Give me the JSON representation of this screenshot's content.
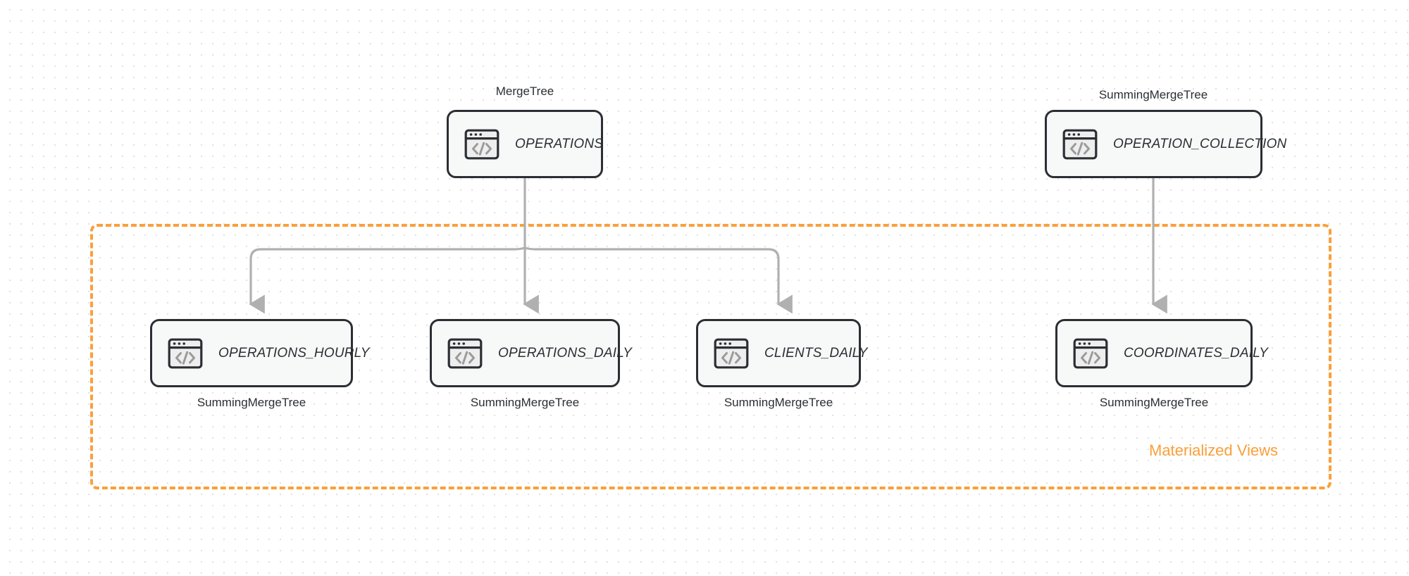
{
  "diagram": {
    "title_group": "Materialized Views",
    "accent_color": "#f9a03a",
    "node_border_color": "#2b2f33",
    "node_fill_color": "#f7f8f8",
    "edge_color": "#b0b0b0",
    "icon_name": "code-window-icon"
  },
  "nodes": {
    "operations": {
      "name": "OPERATIONS",
      "engine": "MergeTree"
    },
    "operation_collection": {
      "name": "OPERATION_COLLECTION",
      "engine": "SummingMergeTree"
    },
    "operations_hourly": {
      "name": "OPERATIONS_HOURLY",
      "engine": "SummingMergeTree"
    },
    "operations_daily": {
      "name": "OPERATIONS_DAILY",
      "engine": "SummingMergeTree"
    },
    "clients_daily": {
      "name": "CLIENTS_DAILY",
      "engine": "SummingMergeTree"
    },
    "coordinates_daily": {
      "name": "COORDINATES_DAILY",
      "engine": "SummingMergeTree"
    }
  },
  "group": {
    "label": "Materialized Views"
  }
}
